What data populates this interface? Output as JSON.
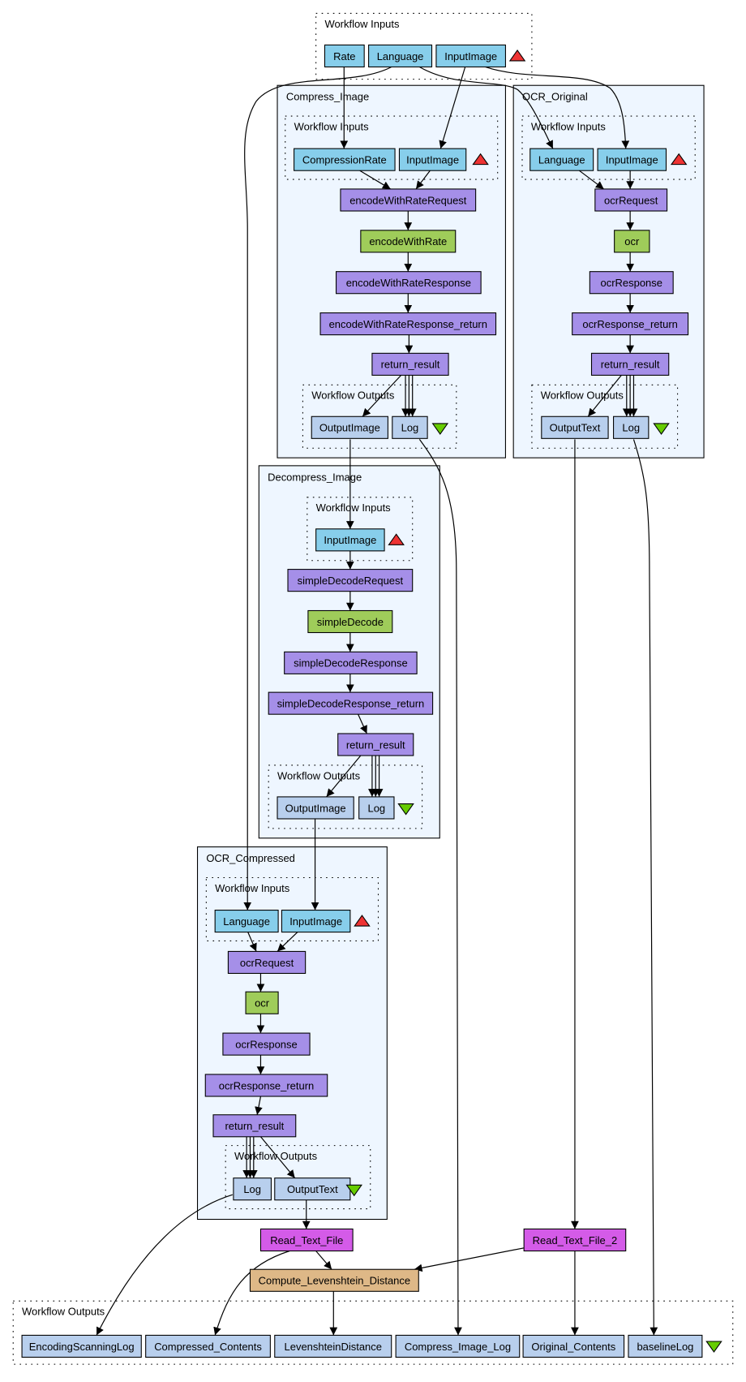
{
  "diagram": {
    "type": "workflow-graph",
    "colors": {
      "input_port": "#87ceeb",
      "output_port": "#b8cfed",
      "service_call": "#a58fe8",
      "processor": "#9fcc5a",
      "local_worker": "#d45be8",
      "beanshell": "#deb887",
      "subworkflow_bg": "#eef6ff",
      "input_marker": "#ee3333",
      "output_marker": "#66cc00"
    },
    "top_inputs": {
      "label": "Workflow Inputs",
      "ports": [
        "Rate",
        "Language",
        "InputImage"
      ]
    },
    "compress_image": {
      "label": "Compress_Image",
      "inputs_label": "Workflow Inputs",
      "inputs": [
        "CompressionRate",
        "InputImage"
      ],
      "steps": [
        "encodeWithRateRequest",
        "encodeWithRate",
        "encodeWithRateResponse",
        "encodeWithRateResponse_return",
        "return_result"
      ],
      "outputs_label": "Workflow Outputs",
      "outputs": [
        "OutputImage",
        "Log"
      ]
    },
    "ocr_original": {
      "label": "OCR_Original",
      "inputs_label": "Workflow Inputs",
      "inputs": [
        "Language",
        "InputImage"
      ],
      "steps": [
        "ocrRequest",
        "ocr",
        "ocrResponse",
        "ocrResponse_return",
        "return_result"
      ],
      "outputs_label": "Workflow Outputs",
      "outputs": [
        "OutputText",
        "Log"
      ]
    },
    "decompress_image": {
      "label": "Decompress_Image",
      "inputs_label": "Workflow Inputs",
      "inputs": [
        "InputImage"
      ],
      "steps": [
        "simpleDecodeRequest",
        "simpleDecode",
        "simpleDecodeResponse",
        "simpleDecodeResponse_return",
        "return_result"
      ],
      "outputs_label": "Workflow Outputs",
      "outputs": [
        "OutputImage",
        "Log"
      ]
    },
    "ocr_compressed": {
      "label": "OCR_Compressed",
      "inputs_label": "Workflow Inputs",
      "inputs": [
        "Language",
        "InputImage"
      ],
      "steps": [
        "ocrRequest",
        "ocr",
        "ocrResponse",
        "ocrResponse_return",
        "return_result"
      ],
      "outputs_label": "Workflow Outputs",
      "outputs": [
        "Log",
        "OutputText"
      ]
    },
    "read_text_file": "Read_Text_File",
    "read_text_file_2": "Read_Text_File_2",
    "compute": "Compute_Levenshtein_Distance",
    "bottom_outputs": {
      "label": "Workflow Outputs",
      "ports": [
        "EncodingScanningLog",
        "Compressed_Contents",
        "LevenshteinDistance",
        "Compress_Image_Log",
        "Original_Contents",
        "baselineLog"
      ]
    }
  }
}
